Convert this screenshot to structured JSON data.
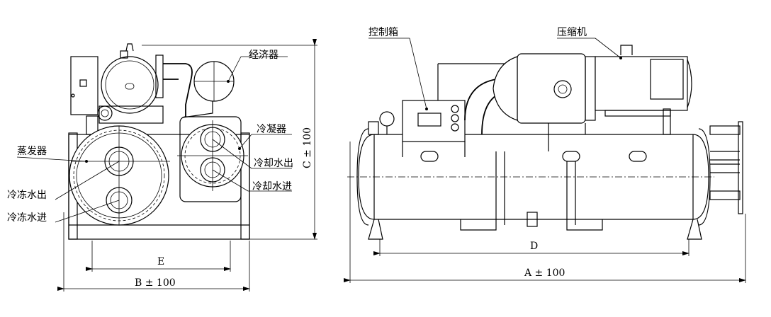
{
  "labels": {
    "economizer": "经济器",
    "evaporator": "蒸发器",
    "condenser": "冷凝器",
    "chilled_water_out": "冷冻水出",
    "chilled_water_in": "冷冻水进",
    "cooling_water_out": "冷却水出",
    "cooling_water_in": "冷却水进",
    "control_box": "控制箱",
    "compressor": "压缩机"
  },
  "dimensions": {
    "e": "E",
    "b": "B ± 100",
    "c": "C ± 100",
    "d": "D",
    "a": "A ± 100"
  }
}
